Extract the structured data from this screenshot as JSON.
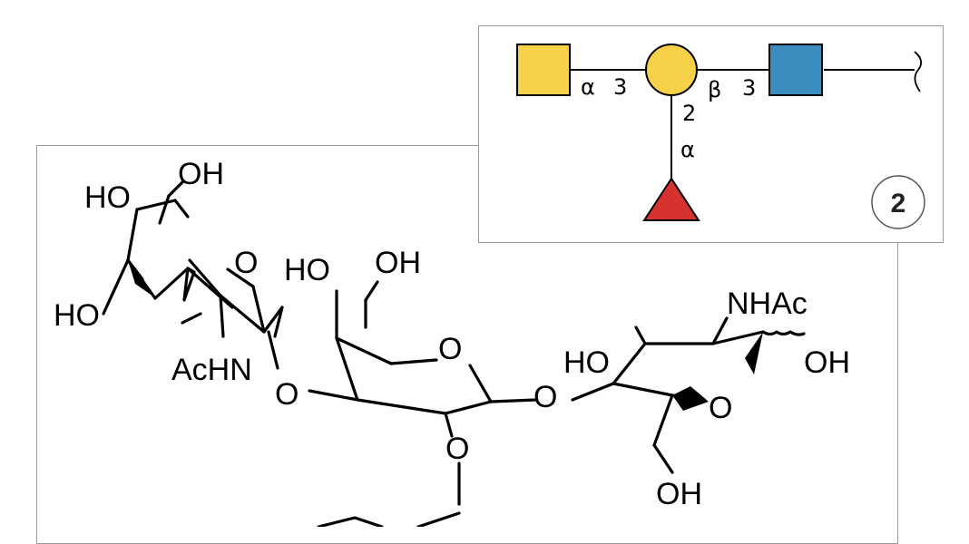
{
  "structure": {
    "labels": {
      "oh_top": "OH",
      "ho_top": "HO",
      "o_ring1": "O",
      "ho_left": "HO",
      "achn": "AcHN",
      "o_link1": "O",
      "ho_mid": "HO",
      "oh_mid": "OH",
      "o_ring2": "O",
      "o_link2": "O",
      "o_link3": "O",
      "ho_right": "HO",
      "nhac": "NHAc",
      "o_ring3": "O",
      "oh_right": "OH",
      "oh_bottom": "OH"
    }
  },
  "symbol_diagram": {
    "residues": [
      {
        "shape": "square",
        "color": "#F7D147"
      },
      {
        "shape": "circle",
        "color": "#F7D147"
      },
      {
        "shape": "square",
        "color": "#3B8DBF"
      },
      {
        "shape": "triangle",
        "color": "#D7322F"
      }
    ],
    "linkages": {
      "l1_anomer": "α",
      "l1_position": "3",
      "l2_anomer": "β",
      "l2_position": "3",
      "l3_position": "2",
      "l3_anomer": "α"
    },
    "compound_number": "2"
  }
}
